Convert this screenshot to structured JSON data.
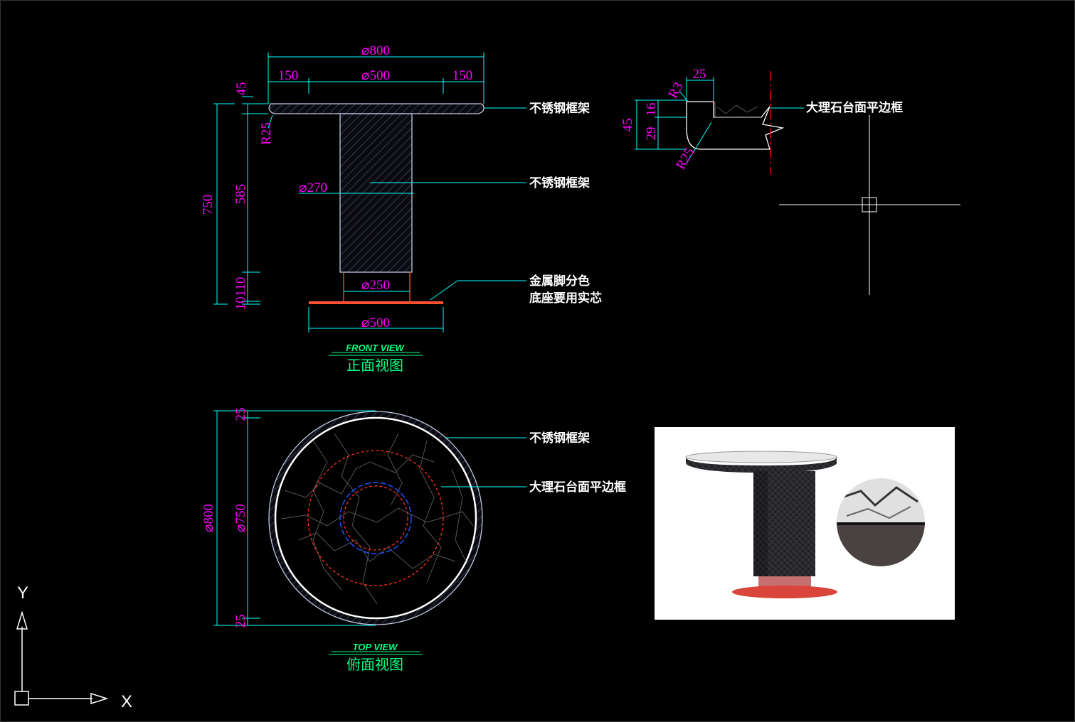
{
  "front_view": {
    "dims": {
      "top_width": "⌀800",
      "left_overhang": "150",
      "center_width": "⌀500",
      "right_overhang": "150",
      "top_thickness": "45",
      "edge_radius": "R25",
      "total_height": "750",
      "column_height": "585",
      "base_height": "10110",
      "column_dia": "⌀270",
      "foot_dia": "⌀250",
      "base_dia": "⌀500"
    },
    "labels": {
      "top_frame": "不锈钢框架",
      "column_frame": "不锈钢框架",
      "foot_note_line1": "金属脚分色",
      "foot_note_line2": "底座要用实芯"
    },
    "title_en": "FRONT VIEW",
    "title_cn": "正面视图"
  },
  "detail": {
    "dims": {
      "top_width": "25",
      "radius_small": "R3",
      "total": "45",
      "upper": "16",
      "lower": "29",
      "radius_large": "R25"
    },
    "label": "大理石台面平边框"
  },
  "top_view": {
    "dims": {
      "outer_dia": "⌀800",
      "inner_dia": "⌀750",
      "rim_top": "25",
      "rim_bottom": "25"
    },
    "labels": {
      "frame": "不锈钢框架",
      "marble": "大理石台面平边框"
    },
    "title_en": "TOP VIEW",
    "title_cn": "俯面视图"
  },
  "ucs": {
    "x_label": "X",
    "y_label": "Y"
  },
  "colors": {
    "background": "#000000",
    "dimension_line": "#00ffff",
    "dimension_text": "#ff00ff",
    "red_centerline": "#ff0000",
    "title": "#00ff80"
  }
}
